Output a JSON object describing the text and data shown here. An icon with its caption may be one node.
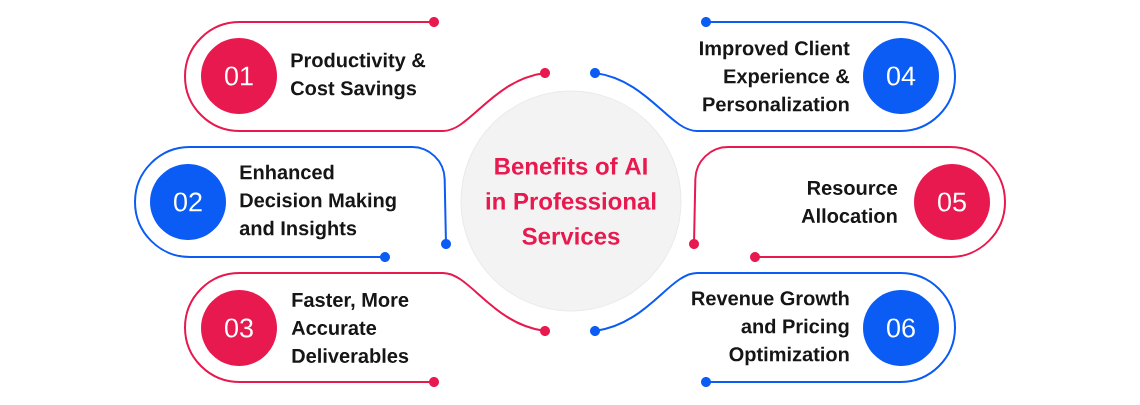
{
  "diagram": {
    "nodes": [
      {
        "text": [
          "Benefits of AI in Professional Services"
        ]
      },
      {
        "text": [
          "01"
        ],
        "beside": [
          "Productivity & Cost Savings"
        ]
      },
      {
        "text": [
          "02"
        ],
        "beside": [
          "Enhanced Decision Making and Insights"
        ]
      },
      {
        "text": [
          "03"
        ],
        "beside": [
          "Faster, More Accurate Deliverables"
        ]
      },
      {
        "text": [
          "04"
        ],
        "beside": [
          "Improved Client Experience & Personalization"
        ]
      },
      {
        "text": [
          "05"
        ],
        "beside": [
          "Resource Allocation"
        ]
      },
      {
        "text": [
          "06"
        ],
        "beside": [
          "Revenue Growth and Pricing Optimization"
        ]
      }
    ]
  }
}
